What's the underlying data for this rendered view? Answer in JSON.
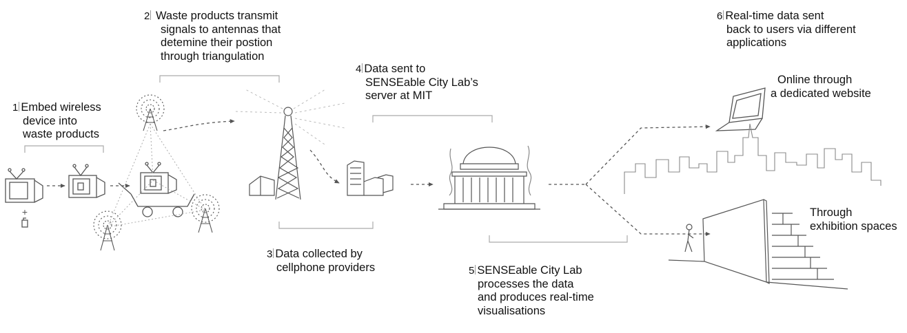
{
  "steps": [
    {
      "num": "1",
      "lines": [
        "Embed wireless",
        "device into",
        "waste products"
      ]
    },
    {
      "num": "2",
      "lines": [
        "Waste products transmit",
        "signals to antennas that",
        "detemine their postion",
        "through triangulation"
      ]
    },
    {
      "num": "3",
      "lines": [
        "Data collected by",
        "cellphone providers"
      ]
    },
    {
      "num": "4",
      "lines": [
        "Data sent to",
        "SENSEable City Lab’s",
        "server at MIT"
      ]
    },
    {
      "num": "5",
      "lines": [
        "SENSEable City Lab",
        "processes the data",
        "and produces real-time",
        "visualisations"
      ]
    },
    {
      "num": "6",
      "lines": [
        "Real-time data sent",
        "back to users via different",
        "applications"
      ]
    }
  ],
  "outputs": {
    "online": [
      "Online through",
      "a dedicated website"
    ],
    "exhibition": [
      "Through",
      "exhibition spaces"
    ]
  },
  "icons": [
    "tv-icon",
    "wireless-tag-icon",
    "cart-icon",
    "antenna-icon",
    "cell-tower-icon",
    "house-icon",
    "server-icon",
    "mit-dome-icon",
    "laptop-icon",
    "skyline-icon",
    "wall-icon",
    "person-icon"
  ],
  "colors": {
    "line": "#555555",
    "dash": "#999999",
    "bracket": "#aaaaaa",
    "text": "#111111"
  }
}
